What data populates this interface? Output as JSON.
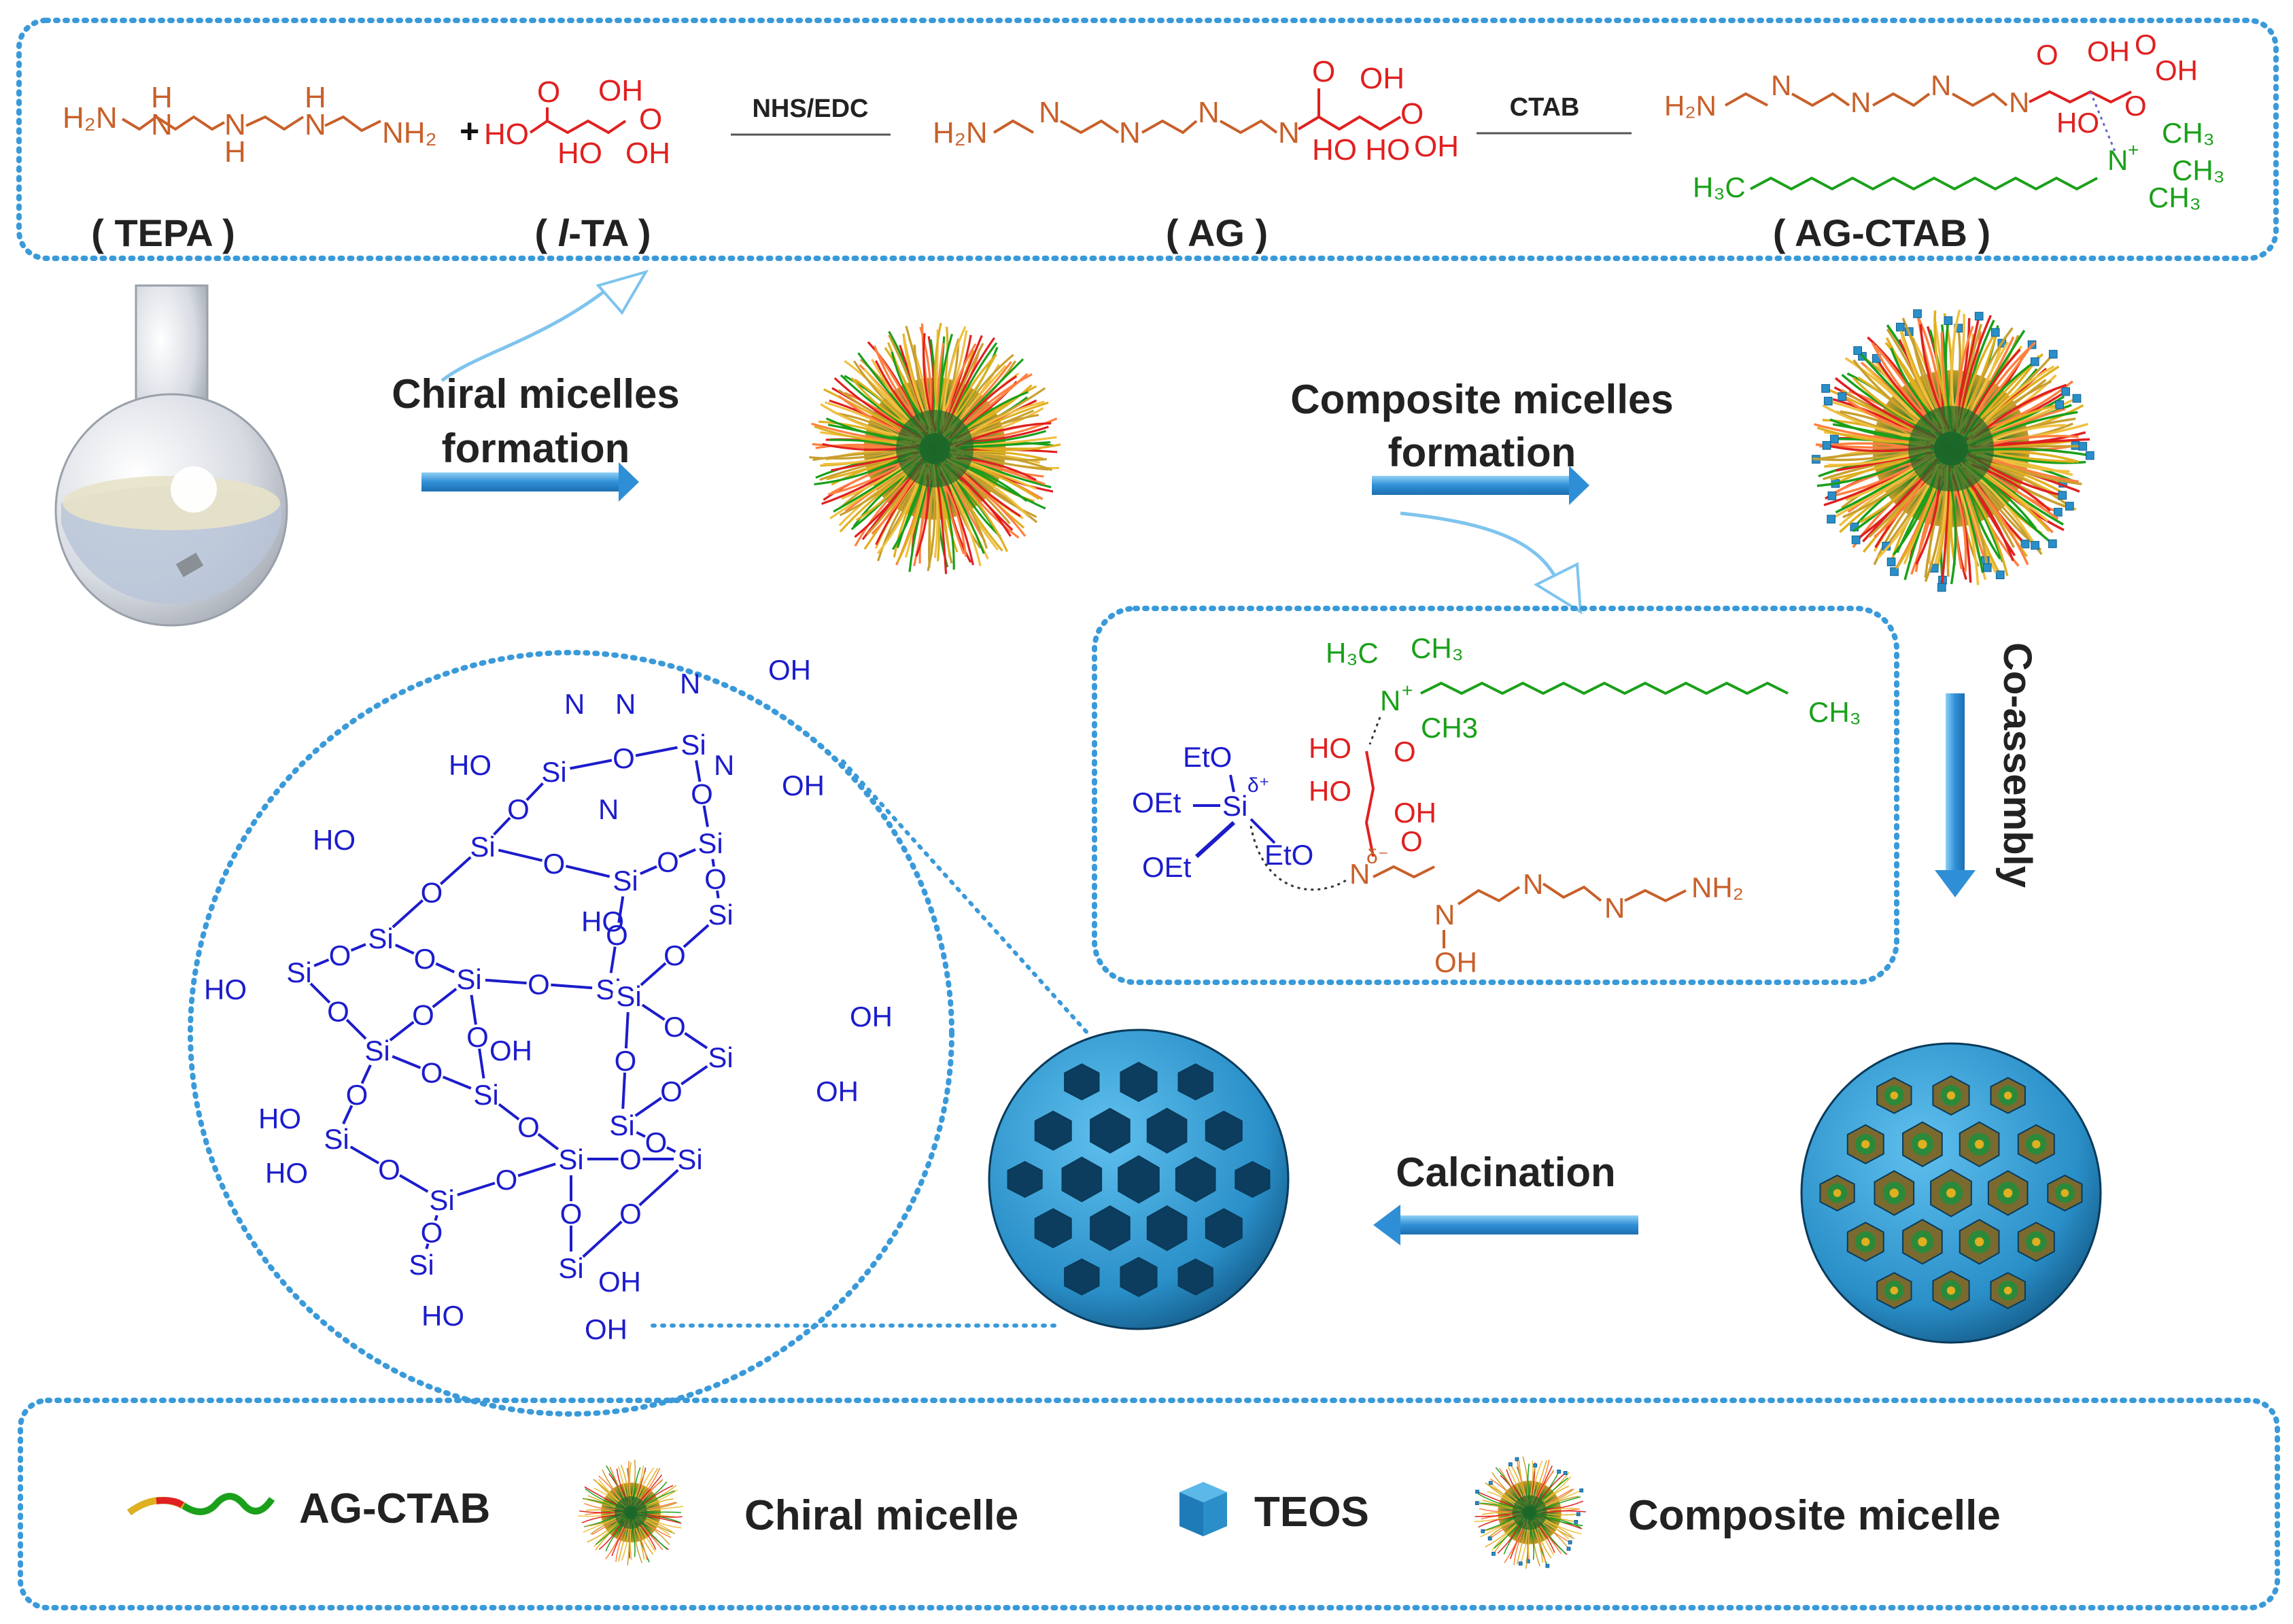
{
  "colors": {
    "amine": "#c8602a",
    "acid": "#e02020",
    "ctab": "#1aa01a",
    "silica": "#1c1ccc",
    "frame": "#3a9ad9",
    "arrow": "#2f8fd6",
    "sphere": "#2a8fc8"
  },
  "reaction": {
    "tepa_label": "( TEPA )",
    "lta_prefix": "l",
    "lta_suffix": "-TA",
    "ag_label": "( AG )",
    "agctab_label": "( AG-CTAB )",
    "plus": "+",
    "reagent1": "NHS/EDC",
    "reagent2": "CTAB",
    "tepa": {
      "h2n": "H₂N",
      "nh2": "NH₂",
      "h": "H",
      "n": "N"
    },
    "ta": {
      "ho": "HO",
      "oh": "OH",
      "o": "O"
    },
    "ag": {
      "h2n": "H₂N",
      "n": "N",
      "oh": "OH",
      "ho": "HO",
      "o": "O",
      "hooh": "HO HO"
    },
    "agctab": {
      "h2n": "H₂N",
      "n": "N",
      "oh": "OH",
      "ho": "HO",
      "o": "O",
      "ch3": "CH₃",
      "h3c": "H₃C"
    }
  },
  "steps": {
    "chiral_line1": "Chiral micelles",
    "chiral_line2": "formation",
    "composite_line1": "Composite micelles",
    "composite_line2": "formation",
    "coassembly": "Co-assembly",
    "calcination": "Calcination"
  },
  "complex": {
    "h3c": "H₃C",
    "ch3": "CH₃",
    "ch3b": "CH3",
    "ch3c": "CH₃",
    "n_plus": "N",
    "plus": "+",
    "ho": "HO",
    "o": "O",
    "oh": "OH",
    "eto": "EtO",
    "oet": "OEt",
    "si": "Si",
    "delta_plus": "δ⁺",
    "delta_minus": "δ⁻",
    "n": "N",
    "nh2": "NH₂"
  },
  "silica_net": {
    "si": "Si",
    "o": "O",
    "oh": "OH",
    "ho": "HO",
    "n": "N"
  },
  "legend": {
    "item1": "AG-CTAB",
    "item2": "Chiral micelle",
    "item3": "TEOS",
    "item4": "Composite micelle"
  }
}
